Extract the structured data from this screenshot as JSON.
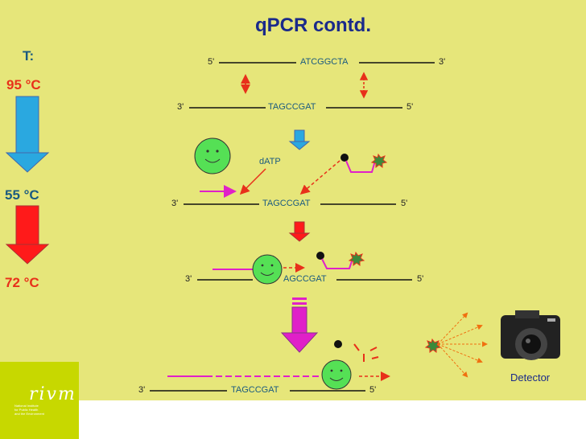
{
  "title": "qPCR contd.",
  "temperature_header": "T:",
  "temperatures": [
    "95 °C",
    "55 °C",
    "72 °C"
  ],
  "colors": {
    "t95": "#e8301a",
    "t55": "#1a5a80",
    "t72": "#e8301a",
    "arrow_blue": "#2aa8e0",
    "arrow_red": "#ff1a1a",
    "probe": "#e020c8",
    "background": "#e6e67a"
  },
  "strands": {
    "top_template": {
      "left": "5'",
      "seq": "ATCGGCTA",
      "right": "3'"
    },
    "step1": {
      "left": "3'",
      "seq": "TAGCCGAT",
      "right": "5'"
    },
    "step2": {
      "left": "3'",
      "seq": "TAGCCGAT",
      "right": "5'"
    },
    "step3": {
      "left": "3'",
      "seq": "AGCCGAT",
      "right": "5'"
    },
    "step4": {
      "left": "3'",
      "seq": "TAGCCGAT",
      "right": "5'"
    }
  },
  "dntp_label": "dATP",
  "detector_label": "Detector",
  "icons": [
    "polymerase-smiley-icon",
    "quencher-icon",
    "reporter-star-icon",
    "camera-icon"
  ]
}
